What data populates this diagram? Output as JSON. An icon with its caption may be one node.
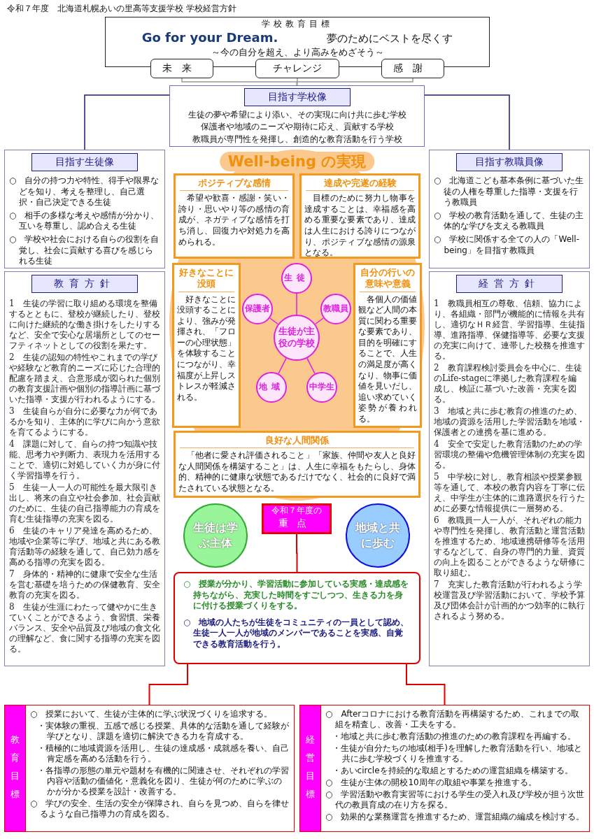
{
  "diagram": {
    "title": "令和７年度　北海道札幌あいの里高等支援学校 学校経営方針",
    "nodes": [
      {
        "text": [
          "学校教育目標",
          "Go for your Dream.",
          "夢のためにベストを尽くす",
          "～今の自分を超え、より高みをめざそう～"
        ]
      },
      {
        "text": [
          "未来"
        ]
      },
      {
        "text": [
          "チャレンジ"
        ]
      },
      {
        "text": [
          "感謝"
        ]
      },
      {
        "text": [
          "目指す学校像",
          "生徒の夢や希望により添い、その実現に向け共に歩む学校",
          "保護者や地域のニーズや期待に応え、貢献する学校",
          "教職員が専門性を発揮し、創造的な教育活動を行う学校"
        ]
      },
      {
        "text": [
          "目指す生徒像",
          "○　自分の持つ力や特性、得手や限界などを知り、考えを整理し、自己選択・自己決定できる生徒",
          "○　相手の多様な考えや感情が分かり、互いを尊重し、認め合える生徒",
          "○　学校や社会における自らの役割を自覚し、社会に貢献する喜びを感じられる生徒"
        ]
      },
      {
        "text": [
          "教育方針",
          "1　生徒の学習に取り組める環境を整備するとともに、登校が継続したり、登校に向けた継続的な働き掛けをしたりするなど、安全で安心な居場所としてのセーフティネットとしての役割を果たす。",
          "2　生徒の認知の特性やこれまでの学びや経験など教育的ニーズに応じた合理的配慮を踏まえ、合意形成が図られた個別の教育支援計画や個別の指導計画に基づいた指導・支援が行われるようにする。",
          "3　生徒自らが自分に必要な力が何であるかを知り、主体的に学びに向かう意欲を育てるようにする。",
          "4　課題に対して、自らの持つ知識や技能、思考力や判断力、表現力を活用することで、適切に対処していく力が身に付く学習指導を行う。",
          "5　生徒一人一人の可能性を最大限引き出し、将来の自立や社会参加、社会貢献のために、生徒の自己指導能力の育成を育む生徒指導の充実を図る。",
          "6　生徒のキャリア発達を高めるため、地域や企業等に学び、地域と共にある教育活動等の経験を通して、自己効力感を高める指導の充実を図る。",
          "7　身体的・精神的に健康で安全な生活を営む基礎を培うための保健教育、安全教育の充実を図る。",
          "8　生徒が生涯にわたって健やかに生きていくことができるよう、食習慣、栄養バランス、安全や品質及び地域の食文化の理解など、食に関する指導の充実を図る。"
        ]
      },
      {
        "text": [
          "目指す教職員像",
          "○　北海道こども基本条例に基づいた生徒の人権を尊重した指導・支援を行う教職員",
          "○　学校の教育活動を通して、生徒の主体的な学びを支える教職員",
          "○　学校に関係する全ての人の「Well-being」を目指す教職員"
        ]
      },
      {
        "text": [
          "経営方針",
          "1　教職員相互の尊敬、信頼、協力により、各組織・部門が機能的に情報を共有し、適切なＨＲ経営、学習指導、生徒指導、進路指導、保健指導等、必要な支援の充実に向けて、連帯した校務を推進する。",
          "2　教育課程検討委員会を中心に、生徒のLife-stageに準拠した教育課程を編成し、検証に基づいた改善・充実を図る。",
          "3　地域と共に歩む教育の推進のため、地域の資源を活用した学習活動を地域・保護者との連携を基に進める。",
          "4　安全で安定した教育活動のための学習環境の整備や危機管理体制の充実を図る。",
          "5　中学校に対し、教育相談や授業参観等を通して、本校の教育内容を丁寧に伝え、中学生が主体的に進路選択を行うために必要な情報提供に一層努める。",
          "6　教職員一人一人が、それぞれの能力や専門性を発揮し、教育活動と運営活動を推進するため、地域連携研修等を活用するなどして、自身の専門的力量、資質の向上を図ることができるような研修に取り組む。",
          "7　充実した教育活動が行われるよう学校運営及び学習活動において、学校予算及び団体会計が計画的かつ効率的に執行されるよう努める。"
        ]
      },
      {
        "text": [
          "Well-being の実現"
        ]
      },
      {
        "text": [
          "ポジティブな感情",
          "希望や歓喜・感謝・笑い・誇り・思いやり等の感情の育成が、ネガティブな感情を打ち消し、回復力や対処力を高められる。"
        ],
        "in": 9
      },
      {
        "text": [
          "達成や完遂の経験",
          "目標のために努力し物事を達成することは、幸福感を高める重要な要素であり、達成は人生における誇りにつながり、ポジティブな感情の源泉となる。"
        ],
        "in": 9
      },
      {
        "text": [
          "好きなことに没頭",
          "好きなことに没頭することにより、強みが発揮され、「フローの心理状態」を体験することにつながり、幸福度が上昇しストレスが軽減される。"
        ],
        "in": 9
      },
      {
        "text": [
          "自分の行いの意味や意義",
          "各個人の価値観など人間の本質に関わる重要な要素であり、目的を明確にすることで、人生の満足度が高くなり、物事に価値を見いだし、追い求めていく姿勢が養われる。"
        ],
        "in": 9
      },
      {
        "text": [
          "良好な人間関係",
          "「他者に愛され評価されること」「家族、仲間や友人と良好な人間関係を構築すること」は、人生に幸福をもたらし、身体的、精神的に健康な状態であるだけでなく、社会的に良好で満たされている状態となる。"
        ],
        "in": 9
      },
      {
        "text": [
          "生徒が主役の学校"
        ],
        "in": 9
      },
      {
        "text": [
          "生徒"
        ],
        "in": 9
      },
      {
        "text": [
          "保護者"
        ],
        "in": 9
      },
      {
        "text": [
          "教職員"
        ],
        "in": 9
      },
      {
        "text": [
          "地域"
        ],
        "in": 9
      },
      {
        "text": [
          "中学生"
        ],
        "in": 9
      },
      {
        "text": [
          "令和７年度の",
          "重点"
        ]
      },
      {
        "text": [
          "生徒は学ぶ主体"
        ]
      },
      {
        "text": [
          "地域と共に歩む"
        ]
      },
      {
        "text": [
          "○　授業が分かり、学習活動に参加している実感・達成感を持ちながら、充実した時間をすごしつつ、生きる力を身に付ける授業づくりをする。",
          "○　地域の人たちが生徒をコミュニティの一員として認め、生徒一人一人が地域のメンバーであることを実感、自覚できる教育活動を行う。"
        ]
      },
      {
        "text": [
          "教育目標",
          "○　授業において、生徒が主体的に学ぶ状況づくりを追求する。",
          "・実体験の重視、五感で感じる授業、具体的な活動を通して経験が学びとなり、課題を適切に解決できる力を育成する。",
          "・積極的に地域資源を活用し、生徒の達成感・成就感を養い、自己肯定感を高める活動を行う。",
          "・各指導の形態の単元や題材を有機的に関連させ、それぞれの学習内容や活動の価値化・意義化を図り、生徒が何のために学ぶのかが分かる授業を設計・改善する。",
          "○　学びの安全、生活の安全が保障され、自らを見つめ、自らを律せるような自己指導力の育成を図る。"
        ]
      },
      {
        "text": [
          "経営目標",
          "○　Afterコロナにおける教育活動を再構築するため、これまでの取組を精査し、改善・工夫をする。",
          "・地域と共に歩む教育活動の推進のための教育課程を再編する。",
          "・生徒が自分たちの地域(相手)を理解した教育活動を行い、地域と共に歩む学校づくりを推進する。",
          "・あいcircleを持続的な取組とするための運営組織を構築する。",
          "○　生徒が主体の開校10周年の取組や事業を推進する。",
          "○　学習活動や教育実習等における学生の受入れ及び学校が担う次世代の教員育成の在り方を探る。",
          "○　効果的な業務運営を推進するため、運営組織の編成を検討する。"
        ]
      }
    ],
    "edges": [
      {
        "from": 1,
        "to": 4,
        "arrow": "none",
        "color": "#999999"
      },
      {
        "from": 2,
        "to": 4,
        "arrow": "none",
        "color": "#999999"
      },
      {
        "from": 3,
        "to": 4,
        "arrow": "none",
        "color": "#999999"
      },
      {
        "from": 4,
        "to": 5,
        "arrow": "none",
        "color": "#1a1a80"
      },
      {
        "from": 4,
        "to": 7,
        "arrow": "none",
        "color": "#1a1a80"
      },
      {
        "from": 15,
        "to": 16,
        "arrow": "none"
      },
      {
        "from": 15,
        "to": 17,
        "arrow": "none"
      },
      {
        "from": 15,
        "to": 18,
        "arrow": "none"
      },
      {
        "from": 15,
        "to": 19,
        "arrow": "none"
      },
      {
        "from": 15,
        "to": 20,
        "arrow": "none"
      },
      {
        "from": 21,
        "to": 24,
        "arrow": "none",
        "color": "#e00000"
      },
      {
        "from": 24,
        "to": 25,
        "arrow": "none",
        "color": "#e00000"
      },
      {
        "from": 24,
        "to": 26,
        "arrow": "none",
        "color": "#e00000"
      }
    ]
  }
}
